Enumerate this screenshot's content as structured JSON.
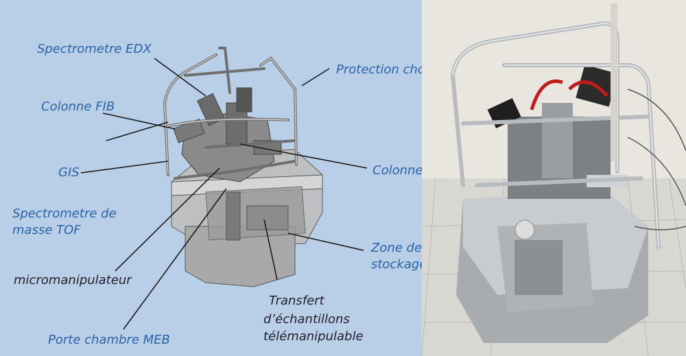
{
  "labels": {
    "edx": "Spectrometre EDX",
    "protection": "Protection chocs",
    "fib": "Colonne FIB",
    "gis": "GIS",
    "meb_col": "Colonne MEB",
    "tof_1": "Spectrometre de",
    "tof_2": "masse TOF",
    "zone_1": "Zone de",
    "zone_2": "stockage",
    "micro": "micromanipulateur",
    "transfert_1": "Transfert",
    "transfert_2": "d’échantillons",
    "transfert_3": "télémanipulable",
    "porte": "Porte chambre MEB"
  },
  "colors": {
    "diagram_bg": "#b9cfe7",
    "label": "#2a63a8",
    "label_dark": "#1f1f2a",
    "leader": "#1a1a1a"
  },
  "images": {
    "left": "cad-rendering-of-instrument",
    "right": "photo-of-instrument"
  }
}
